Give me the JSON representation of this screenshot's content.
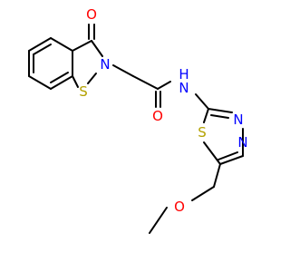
{
  "molecule": {
    "atoms": {
      "o_keto": "O",
      "n_ring": "N",
      "s_ring": "S",
      "o_amide": "O",
      "n_amide": "N",
      "h_amide": "H",
      "n_thiad_a": "N",
      "n_thiad_b": "N",
      "s_thiad": "S",
      "o_ether": "O"
    },
    "colors": {
      "oxygen": "#ff0000",
      "nitrogen": "#0000ff",
      "sulfur": "#b3a100",
      "carbon": "#000000"
    }
  }
}
